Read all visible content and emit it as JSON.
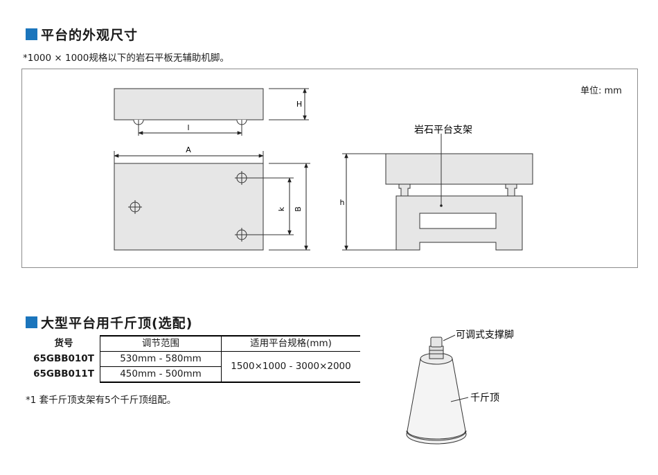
{
  "colors": {
    "accent": "#1b75bc"
  },
  "section1": {
    "title": "平台的外观尺寸",
    "note": "*1000 × 1000规格以下的岩石平板无辅助机脚。",
    "unit": "单位: mm",
    "dims": {
      "H": "H",
      "l": "l",
      "A": "A",
      "k": "k",
      "B": "B",
      "h": "h"
    },
    "stand_label": "岩石平台支架"
  },
  "section2": {
    "title": "大型平台用千斤顶(选配)",
    "table": {
      "headers": [
        "货号",
        "调节范围",
        "适用平台规格(mm)"
      ],
      "rows": [
        {
          "code": "65GBB010T",
          "range": "530mm - 580mm"
        },
        {
          "code": "65GBB011T",
          "range": "450mm - 500mm"
        }
      ],
      "shared_size": "1500×1000 - 3000×2000"
    },
    "footnote": "*1 套千斤顶支架有5个千斤顶组配。",
    "jack_labels": {
      "foot": "可调式支撑脚",
      "jack": "千斤顶"
    }
  }
}
